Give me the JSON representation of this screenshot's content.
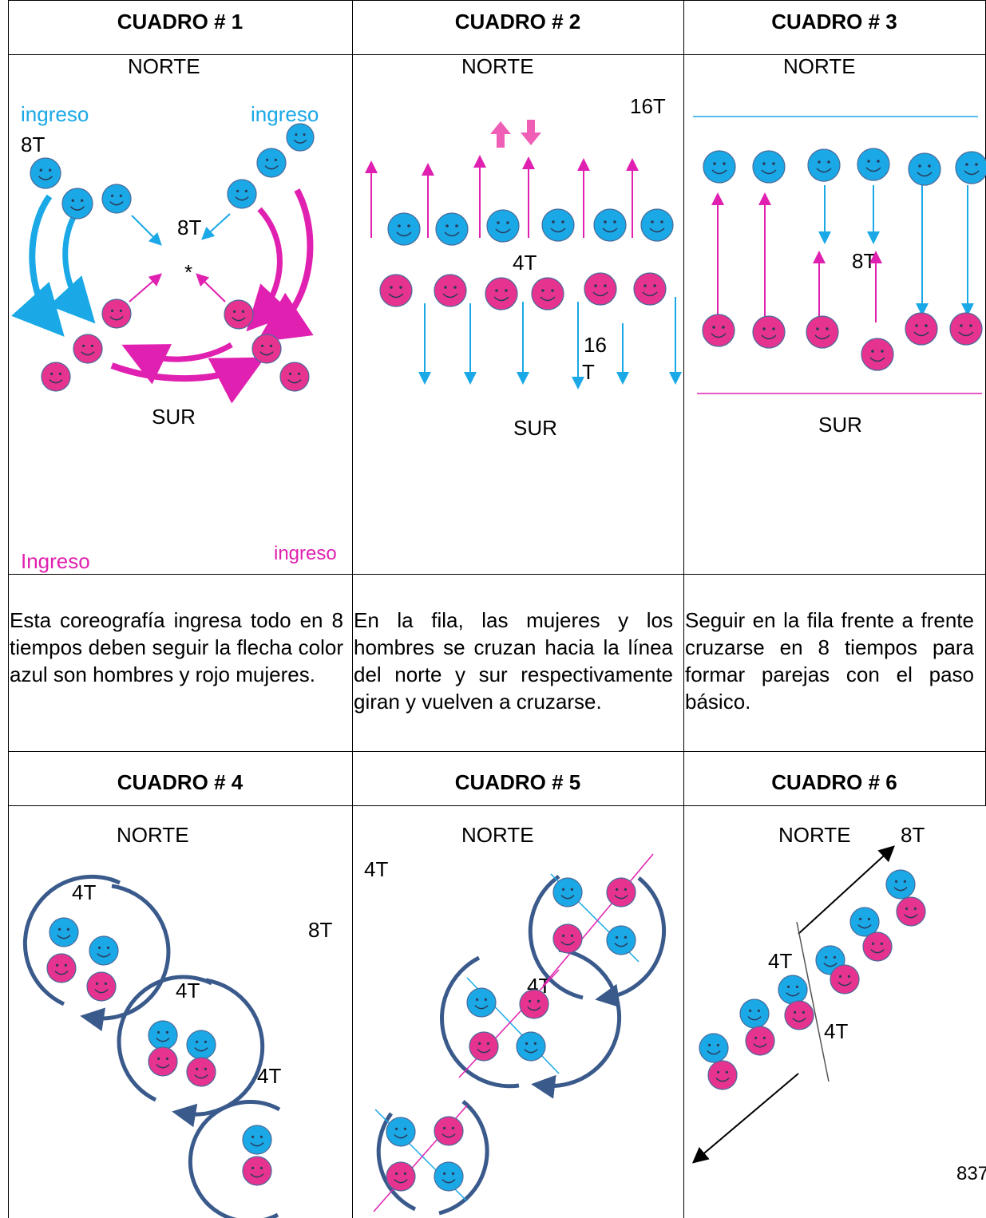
{
  "cells": {
    "c1": {
      "title": "CUADRO # 1",
      "north": "NORTE",
      "south": "SUR",
      "ingreso_left": "ingreso",
      "ingreso_right": "ingreso",
      "time_a": "8T",
      "time_b": "8T",
      "center": "*",
      "ingreso_bottom_left": "Ingreso",
      "ingreso_bottom_right": "ingreso",
      "desc": "Esta coreografía ingresa todo en 8 tiempos deben seguir la flecha color azul son hombres y rojo mujeres."
    },
    "c2": {
      "title": "CUADRO # 2",
      "north": "NORTE",
      "south": "SUR",
      "time_top": "16T",
      "time_mid": "4T",
      "time_bottom_a": "16",
      "time_bottom_b": "T",
      "desc": "En la fila, las mujeres y los hombres se cruzan hacia la línea del norte y sur respectivamente giran y vuelven a cruzarse."
    },
    "c3": {
      "title": "CUADRO # 3",
      "north": "NORTE",
      "south": "SUR",
      "time_mid": "8T",
      "desc": "Seguir en la fila frente a frente cruzarse en 8 tiempos para formar parejas con el paso básico."
    },
    "c4": {
      "title": "CUADRO # 4",
      "north": "NORTE",
      "t1": "4T",
      "t2": "8T",
      "t3": "4T",
      "t4": "4T"
    },
    "c5": {
      "title": "CUADRO # 5",
      "north": "NORTE",
      "t1": "4T",
      "t2": "4T"
    },
    "c6": {
      "title": "CUADRO # 6",
      "north": "NORTE",
      "t1": "8T",
      "t2": "4T",
      "t3": "4T"
    }
  },
  "page_number": "837",
  "colors": {
    "men": "#1aa9e6",
    "women": "#e6338f",
    "arrow_men": "#1aa9e6",
    "arrow_women": "#e020b0",
    "circle": "#3a5a8c"
  }
}
